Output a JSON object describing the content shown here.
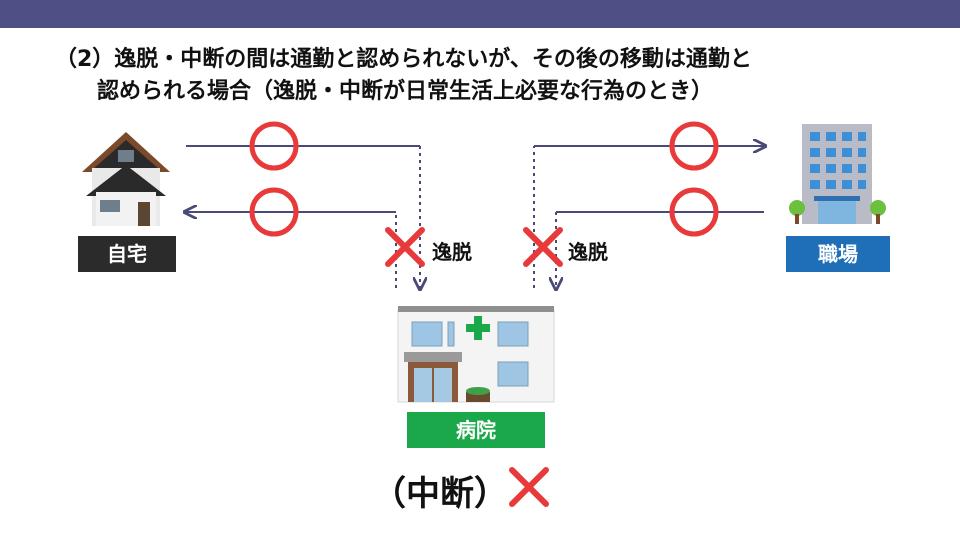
{
  "heading": {
    "line1": "（2）逸脱・中断の間は通勤と認められないが、その後の移動は通勤と",
    "line2": "認められる場合（逸脱・中断が日常生活上必要な行為のとき）"
  },
  "labels": {
    "home": "自宅",
    "workplace": "職場",
    "hospital": "病院"
  },
  "diversion_label": "逸脱",
  "interruption_label": "（中断）",
  "colors": {
    "topbar": "#4f4f86",
    "arrow": "#4a4a7a",
    "circle": "#e83a3a",
    "cross": "#e83a3a",
    "home_label": "#2b2b2b",
    "work_label": "#1f6fb8",
    "hospital_label": "#1aa84a"
  }
}
